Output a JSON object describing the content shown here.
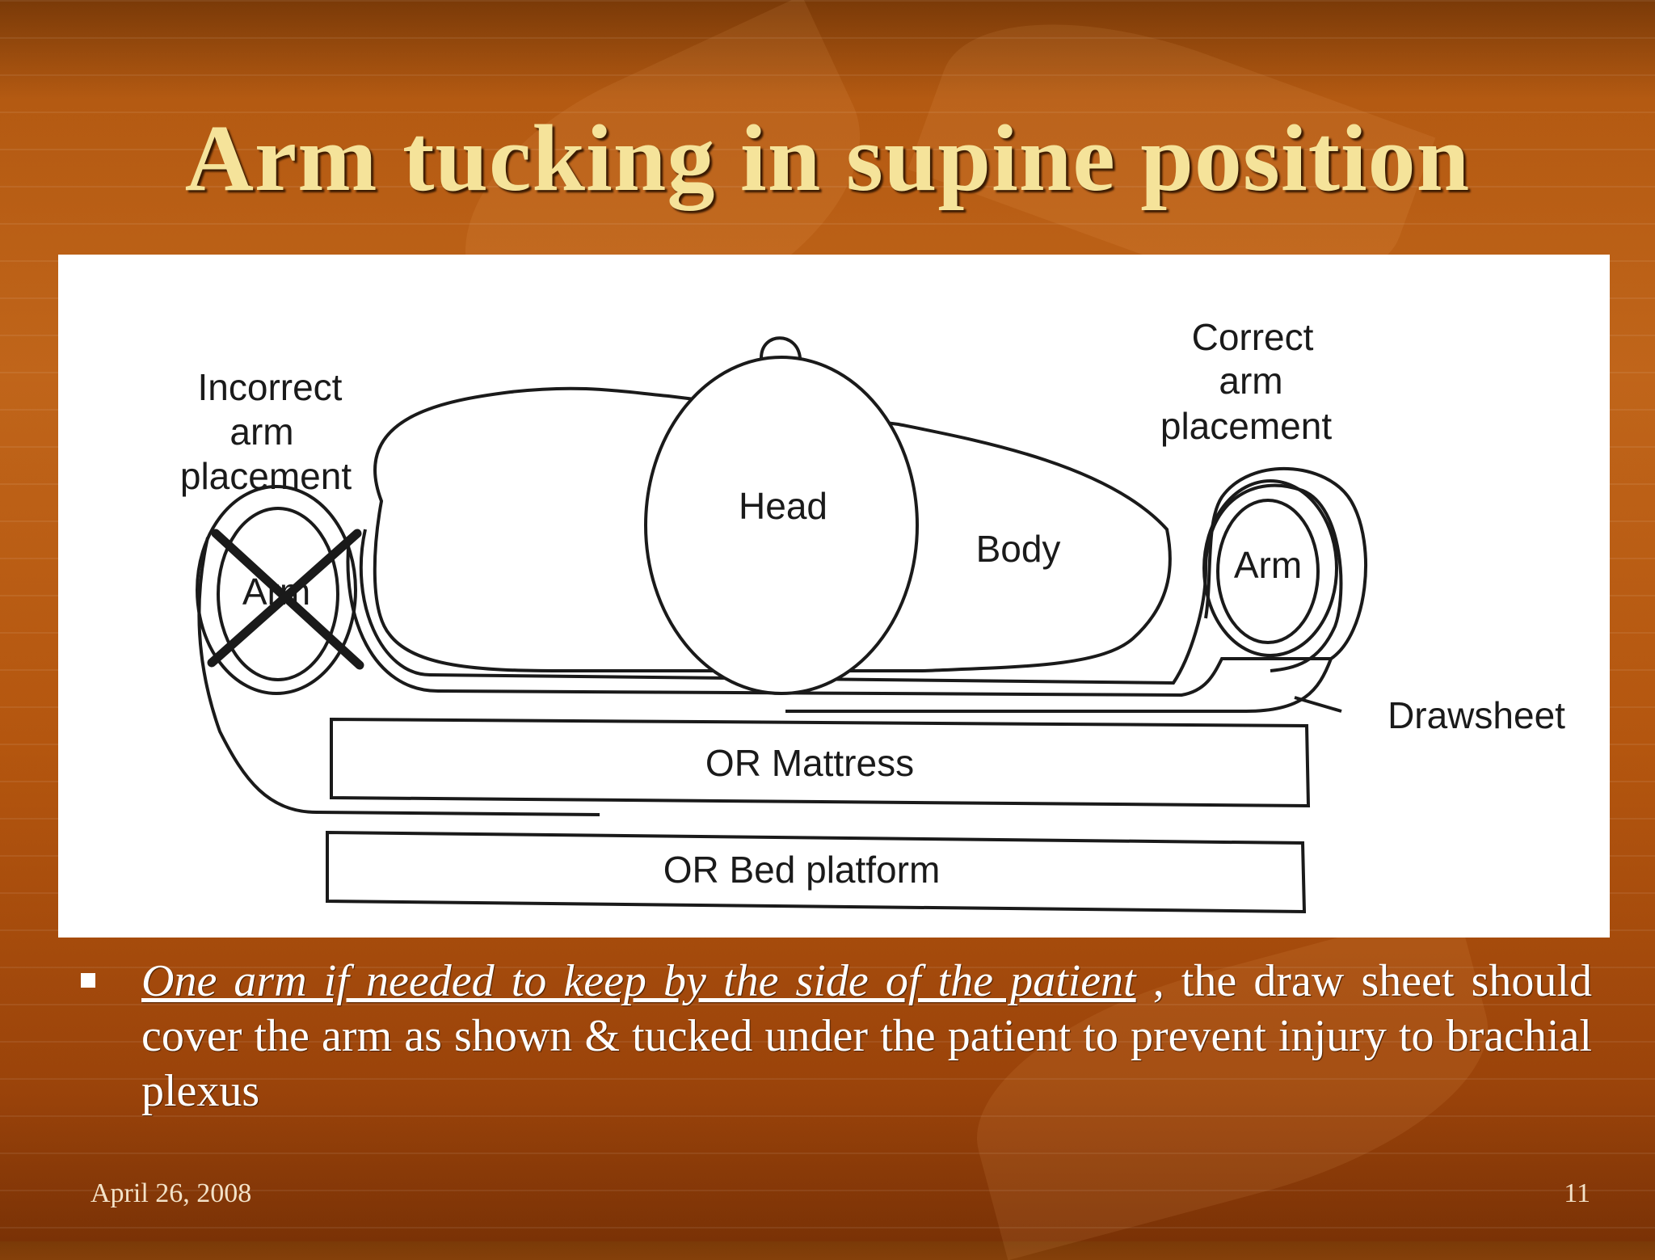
{
  "slide": {
    "title": "Arm tucking in supine position",
    "footer_date": "April 26, 2008",
    "page_number": "11"
  },
  "diagram": {
    "incorrect_label": [
      "Incorrect",
      "arm",
      "placement"
    ],
    "correct_label": [
      "Correct",
      "arm",
      "placement"
    ],
    "head_label": "Head",
    "body_label": "Body",
    "arm_correct_label": "Arm",
    "arm_incorrect_label": "Arm",
    "drawsheet_label": "Drawsheet",
    "mattress_label": "OR Mattress",
    "platform_label": "OR Bed platform"
  },
  "bullet": {
    "emphasis": "One arm if needed to keep by the side of the patient",
    "rest": " , the draw sheet should cover the arm as shown & tucked under the patient to prevent injury to brachial plexus"
  },
  "colors": {
    "title": "#f5e39a",
    "background": "#b45a12",
    "panel": "#ffffff",
    "line": "#1a1a1a"
  }
}
